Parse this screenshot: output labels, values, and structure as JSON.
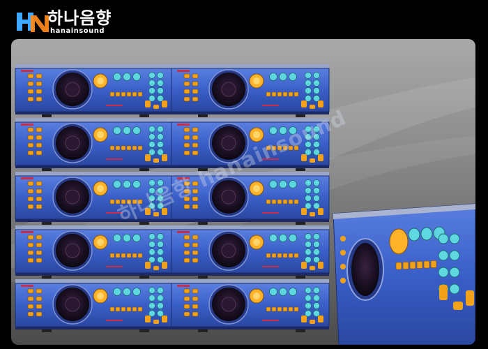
{
  "brand": {
    "korean_name": "하나음향",
    "english_name": "hanainsound",
    "mark_letters": "HN",
    "colors": {
      "mark_blue": "#3fa9ff",
      "mark_orange": "#ff8a1c"
    }
  },
  "watermark": {
    "text": "하나음향 hanainsound"
  },
  "product": {
    "unit_count": 10,
    "colors": {
      "chassis": "#3a5fc8",
      "button_teal": "#5fd7e0",
      "button_amber": "#f2a21a"
    }
  }
}
